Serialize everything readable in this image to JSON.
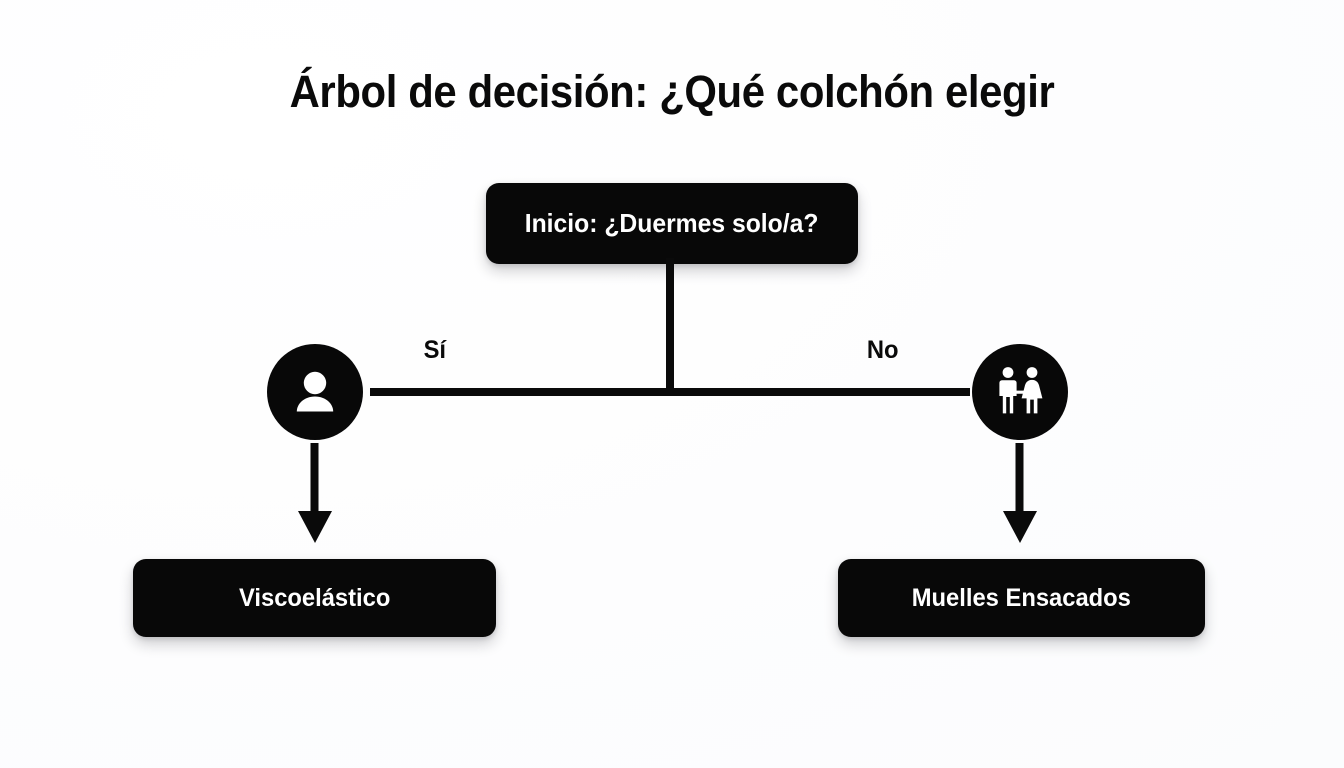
{
  "diagram": {
    "title": "Árbol de decisión: ¿Qué colchón elegir",
    "type": "decision-tree",
    "colors": {
      "background": "#fdfdfe",
      "node_fill": "#080808",
      "node_text": "#ffffff",
      "connector": "#0a0a0a",
      "label_text": "#0a0a0a"
    },
    "root": {
      "label": "Inicio: ¿Duermes solo/a?"
    },
    "branches": [
      {
        "edge_label": "Sí",
        "icon": "single-person-icon",
        "outcome": "Viscoelástico"
      },
      {
        "edge_label": "No",
        "icon": "couple-icon",
        "outcome": "Muelles Ensacados"
      }
    ],
    "outcomes": {
      "left": "Viscoelástico",
      "right": "Muelles Ensacados"
    }
  }
}
